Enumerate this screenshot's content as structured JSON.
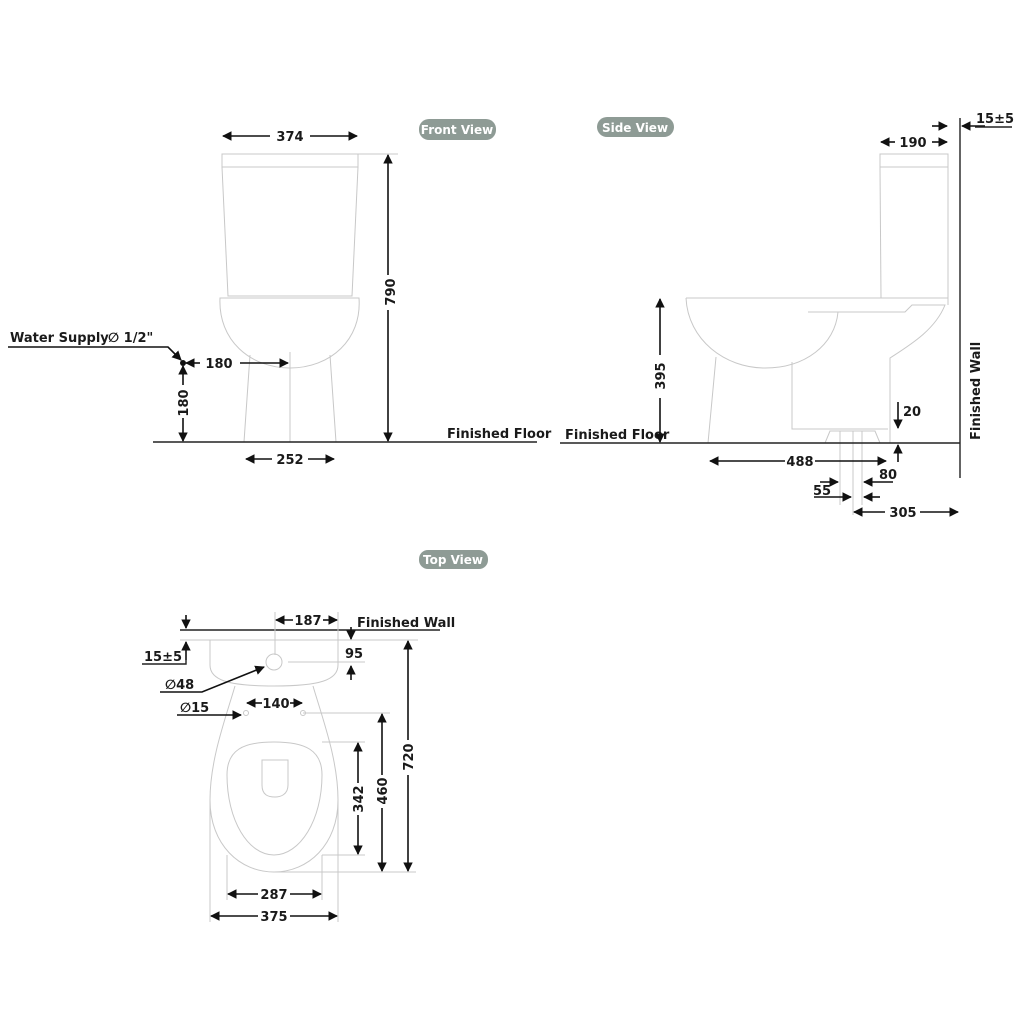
{
  "colors": {
    "pill": "#8e9b95",
    "line": "#1a1a1a",
    "outline": "#c8c8c8"
  },
  "front_view": {
    "title": "Front View",
    "width_top": "374",
    "height_total": "790",
    "supply_offset": "180",
    "supply_height": "180",
    "base_width": "252",
    "supply_label": "Water Supply",
    "supply_size": "∅ 1/2\"",
    "floor_label": "Finished Floor"
  },
  "side_view": {
    "title": "Side View",
    "tank_depth": "190",
    "wall_gap": "15±5",
    "seat_height": "395",
    "floor_label": "Finished Floor",
    "wall_label": "Finished Wall",
    "foot_height": "20",
    "length": "488",
    "dim_80": "80",
    "dim_55": "55",
    "outlet_to_wall": "305"
  },
  "top_view": {
    "title": "Top View",
    "wall_label": "Finished Wall",
    "wall_gap": "15±5",
    "inlet_offset": "187",
    "inlet_depth": "95",
    "inlet_diameter": "∅48",
    "fixing_diameter": "∅15",
    "fixing_spacing": "140",
    "total_depth": "720",
    "fixing_to_front": "460",
    "seat_depth": "342",
    "seat_width": "287",
    "total_width": "375"
  }
}
